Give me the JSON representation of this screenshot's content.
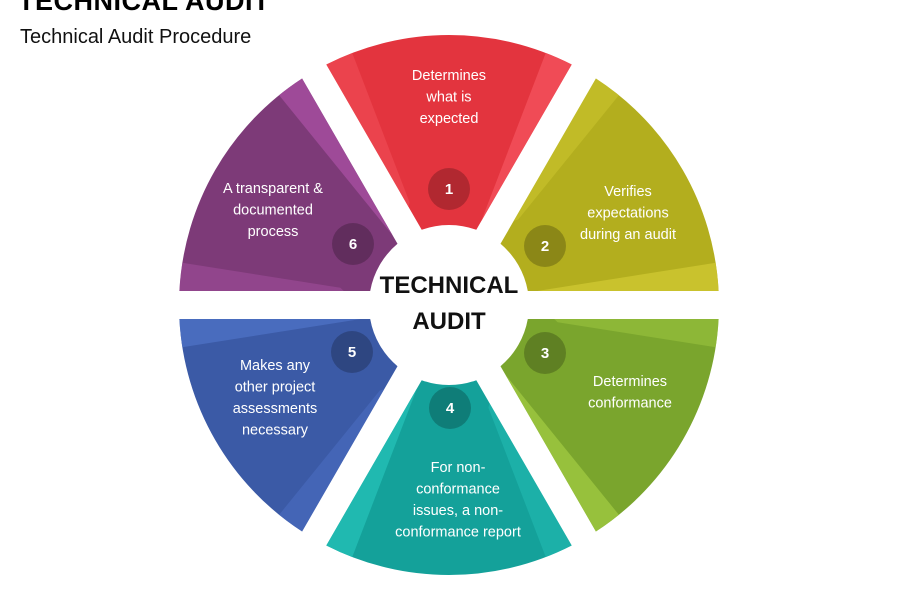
{
  "header": {
    "title": "TECHNICAL AUDIT",
    "subtitle": "Technical Audit Procedure"
  },
  "center": {
    "lines": [
      "TECHNICAL",
      "AUDIT"
    ]
  },
  "steps": [
    {
      "number": "1",
      "lines": [
        "Determines",
        "what is",
        "expected"
      ],
      "color": "#e3343e",
      "shade": "#f2505a"
    },
    {
      "number": "2",
      "lines": [
        "Verifies",
        "expectations",
        "during an audit"
      ],
      "color": "#b3ae1e",
      "shade": "#ccc630"
    },
    {
      "number": "3",
      "lines": [
        "Determines",
        "conformance"
      ],
      "color": "#7aa52d",
      "shade": "#9cc63f"
    },
    {
      "number": "4",
      "lines": [
        "For non-",
        "conformance",
        "issues, a non-",
        "conformance report"
      ],
      "color": "#14a19a",
      "shade": "#22bdb4"
    },
    {
      "number": "5",
      "lines": [
        "Makes any",
        "other project",
        "assessments",
        "necessary"
      ],
      "color": "#3b5aa6",
      "shade": "#4c70c2"
    },
    {
      "number": "6",
      "lines": [
        "A transparent &",
        "documented",
        "process"
      ],
      "color": "#7d3a78",
      "shade": "#a34e9d"
    }
  ]
}
